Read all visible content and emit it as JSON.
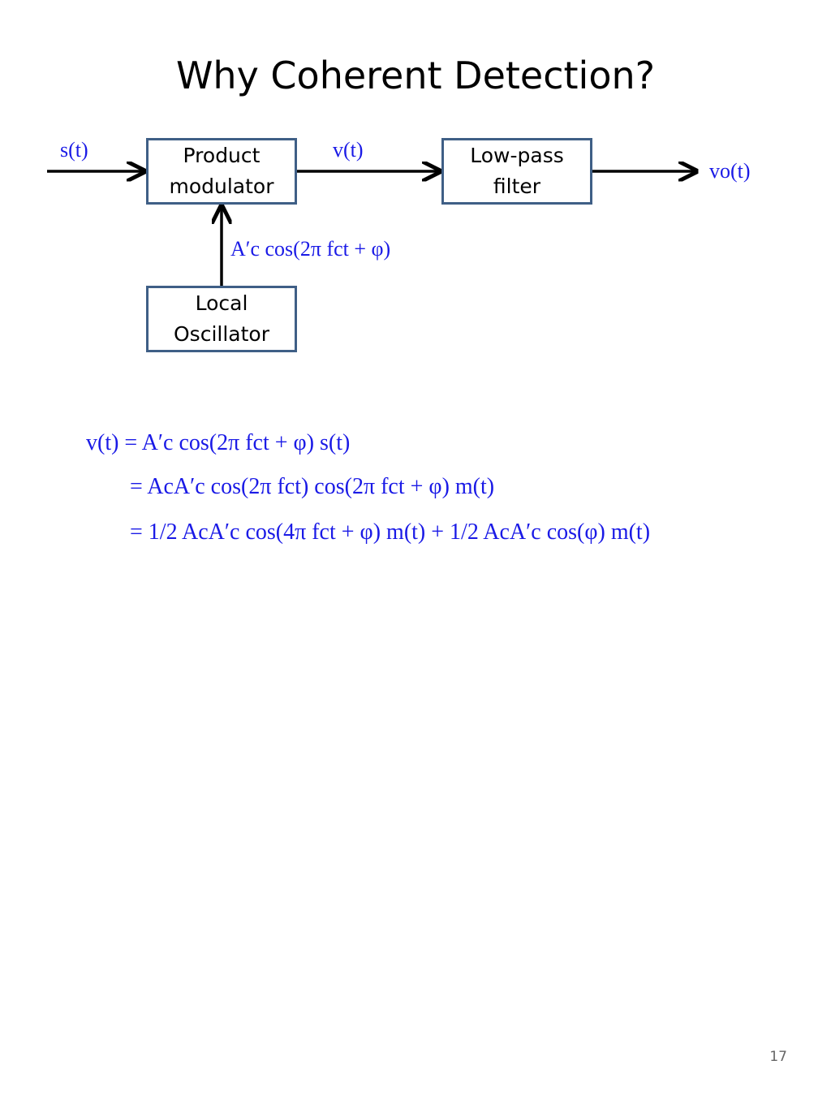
{
  "title": "Why Coherent Detection?",
  "blocks": {
    "product_modulator": [
      "Product",
      "modulator"
    ],
    "low_pass_filter": [
      "Low-pass",
      "filter"
    ],
    "local_oscillator": [
      "Local",
      "Oscillator"
    ]
  },
  "signals": {
    "input": "s(t)",
    "intermediate": "v(t)",
    "output": "vo(t)",
    "oscillator": "A′c cos(2π fct + φ)"
  },
  "equations": [
    "v(t) = A′c cos(2π fct + φ) s(t)",
    "= AcA′c cos(2π fct) cos(2π fct + φ) m(t)",
    "= 1/2 AcA′c cos(4π fct + φ) m(t) + 1/2 AcA′c cos(φ) m(t)"
  ],
  "page_number": "17",
  "colors": {
    "box_border": "#3f5f86",
    "math_text": "#1a1ae6",
    "arrow": "#000000"
  }
}
